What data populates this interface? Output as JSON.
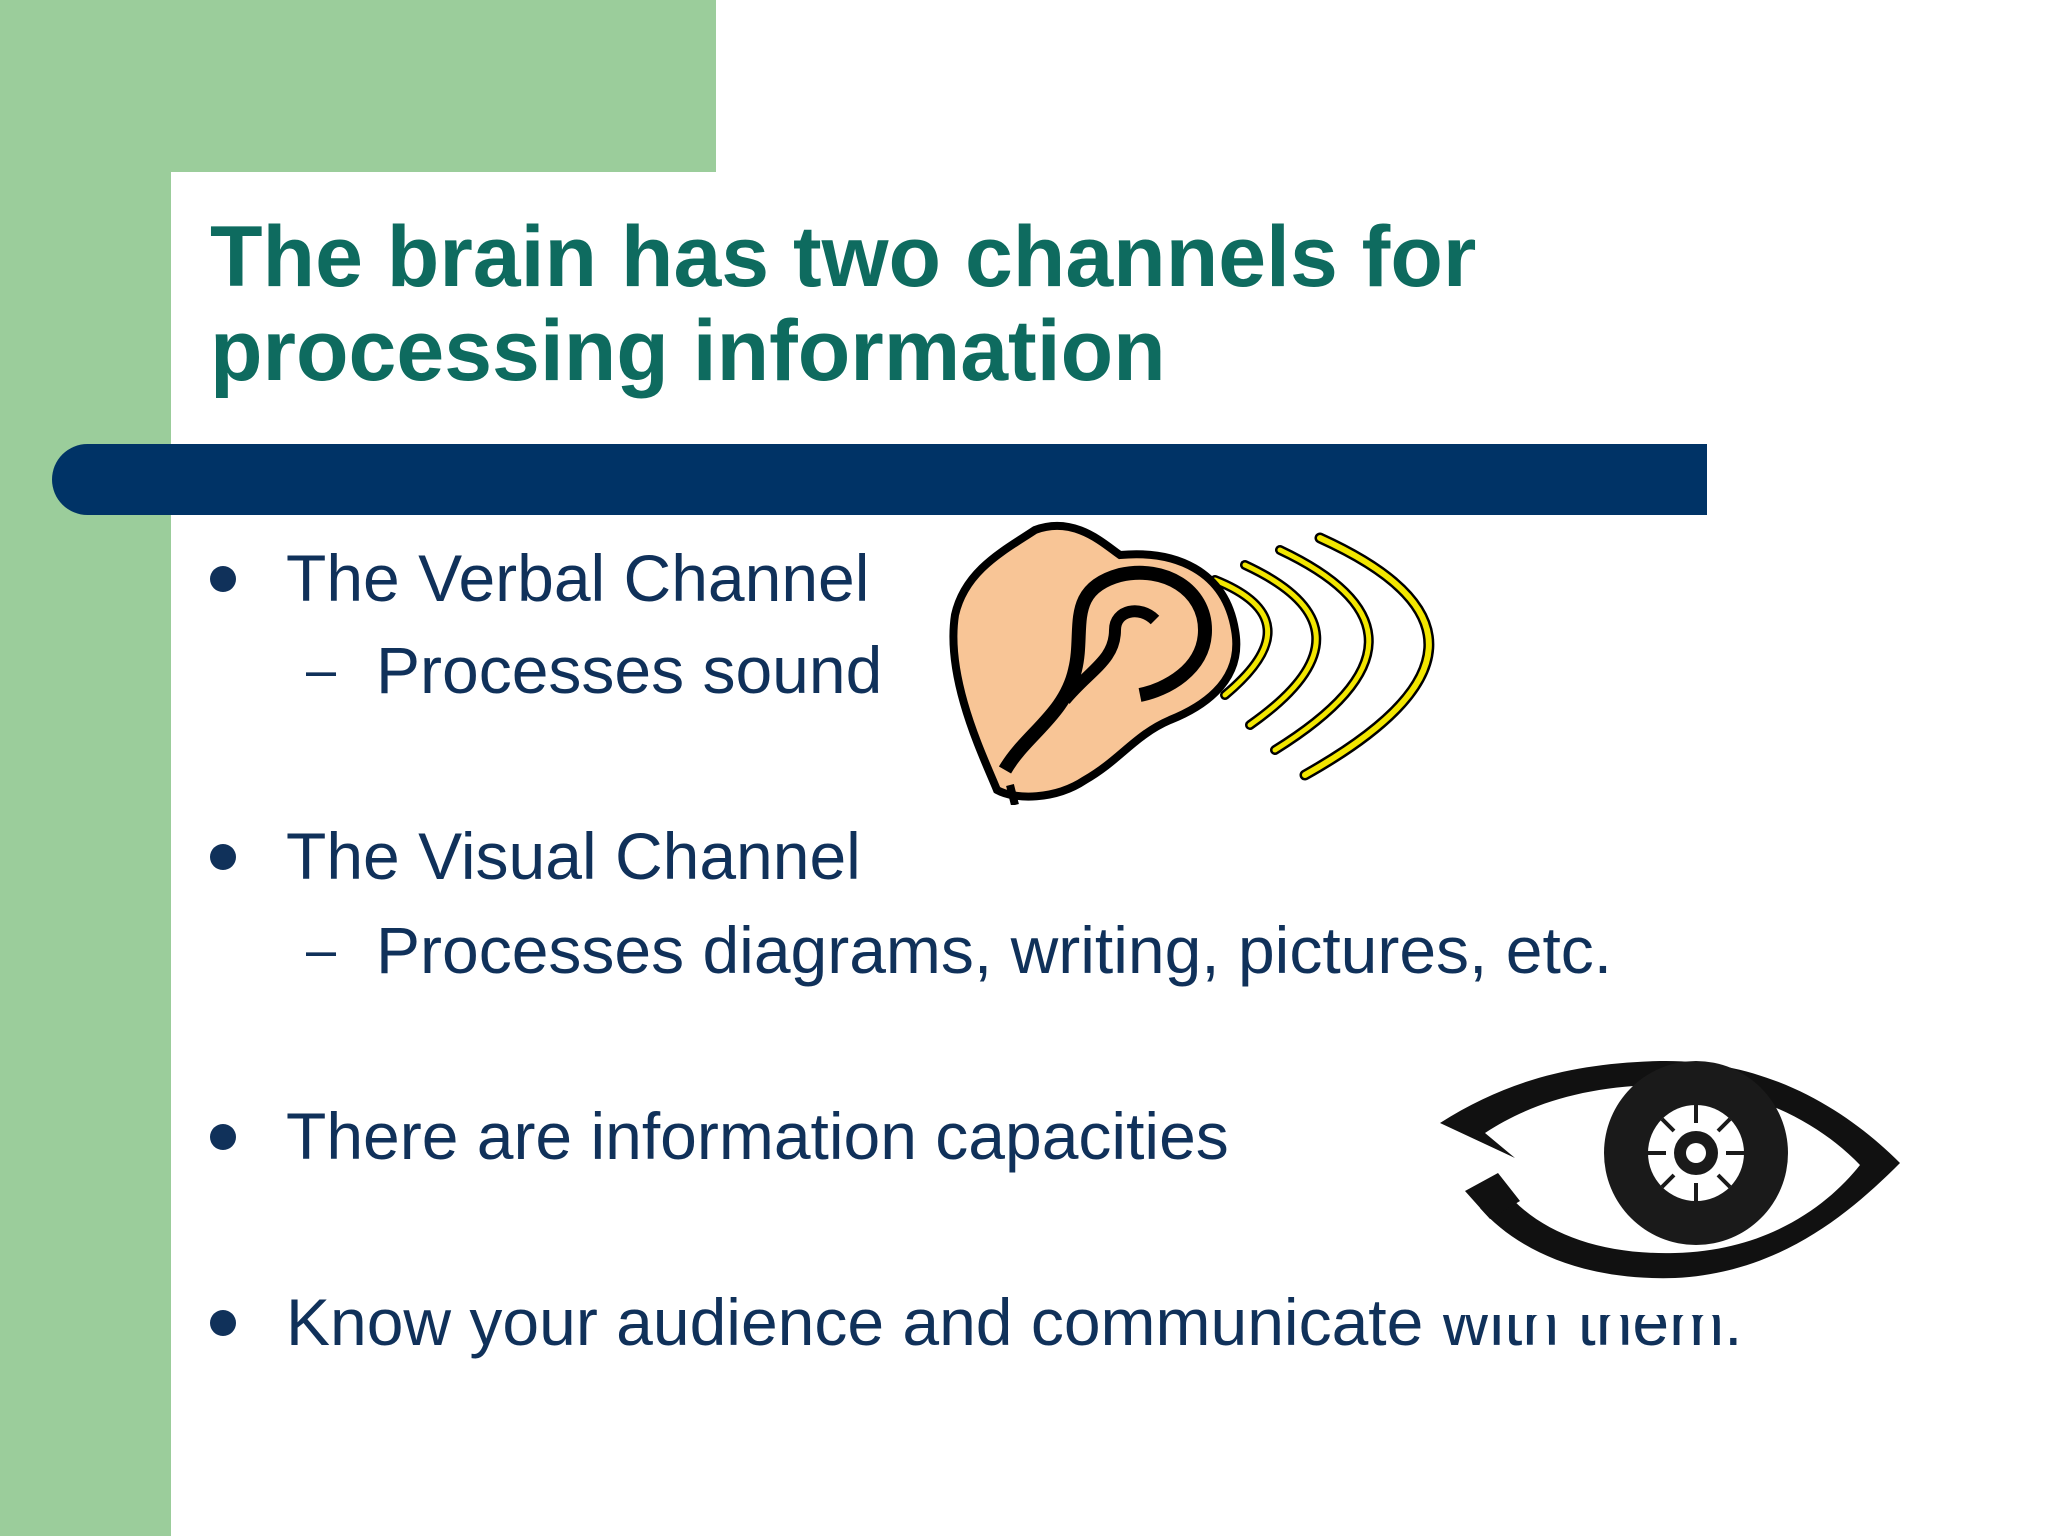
{
  "slide": {
    "title": "The brain has two channels for processing information",
    "bullets": [
      {
        "text": "The Verbal Channel",
        "sub": "Processes sound"
      },
      {
        "text": "The Visual Channel",
        "sub": "Processes diagrams, writing, pictures, etc."
      },
      {
        "text": "There are information capacities"
      },
      {
        "text": "Know your audience and communicate with them."
      }
    ],
    "sub_marker": "–",
    "images": {
      "ear": "ear-icon",
      "eye": "eye-icon"
    }
  },
  "colors": {
    "accent_green": "#9bcd9b",
    "title_teal": "#0e6b5f",
    "bar_navy": "#003366",
    "text_navy": "#10315a"
  }
}
